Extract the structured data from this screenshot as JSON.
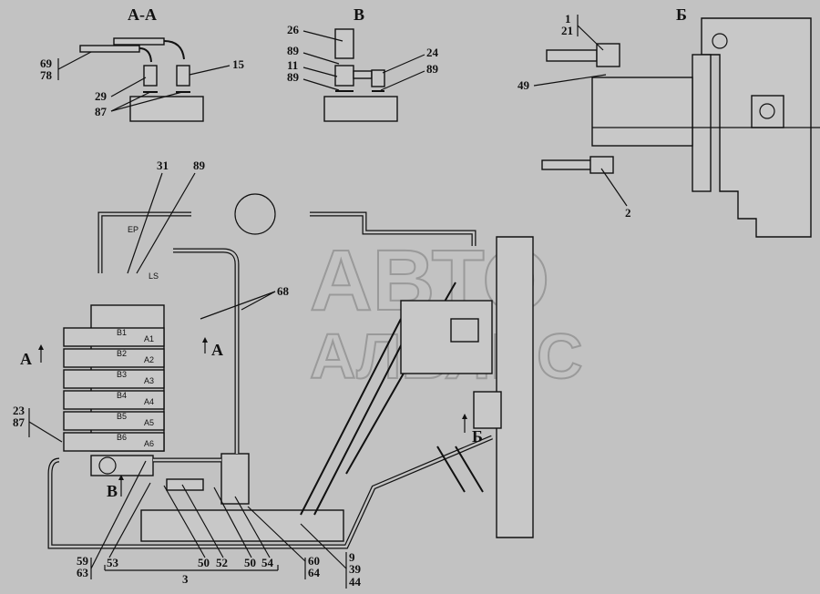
{
  "views": {
    "section_aa": "А-А",
    "view_v": "В",
    "view_b": "Б"
  },
  "watermark": {
    "line1": "АВТО",
    "line2": "АЛЬЯНС"
  },
  "callouts": {
    "aa": [
      "69",
      "78",
      "29",
      "87",
      "15"
    ],
    "v": [
      "26",
      "89",
      "11",
      "89",
      "24",
      "89"
    ],
    "b": [
      "1",
      "21",
      "49",
      "2"
    ],
    "main": [
      "31",
      "89",
      "68",
      "23",
      "87",
      "59",
      "63",
      "53",
      "50",
      "52",
      "50",
      "54",
      "60",
      "64",
      "9",
      "39",
      "44",
      "3"
    ]
  },
  "markers": {
    "ep": "EP",
    "ls": "LS",
    "section_a_left": "A",
    "section_a_right": "A",
    "arrow_v": "В",
    "arrow_b": "Б"
  },
  "ports_b": [
    "B1",
    "B2",
    "B3",
    "B4",
    "B5",
    "B6"
  ],
  "ports_a": [
    "A1",
    "A2",
    "A3",
    "A4",
    "A5",
    "A6"
  ]
}
